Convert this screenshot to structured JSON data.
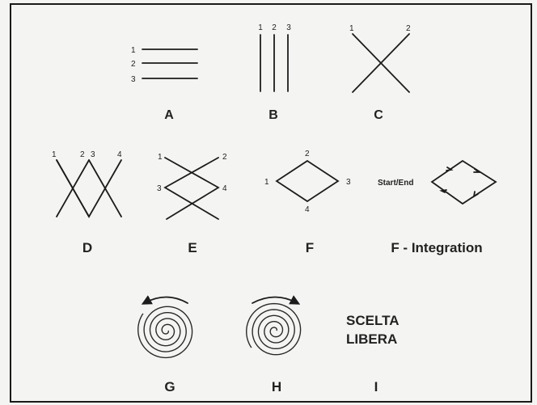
{
  "panels": {
    "A": {
      "caption": "A",
      "numbers": [
        "1",
        "2",
        "3"
      ]
    },
    "B": {
      "caption": "B",
      "numbers": [
        "1",
        "2",
        "3"
      ]
    },
    "C": {
      "caption": "C",
      "numbers": [
        "1",
        "2"
      ]
    },
    "D": {
      "caption": "D",
      "numbers": [
        "1",
        "2",
        "3",
        "4"
      ]
    },
    "E": {
      "caption": "E",
      "numbers": [
        "1",
        "2",
        "3",
        "4"
      ]
    },
    "F": {
      "caption": "F",
      "numbers": [
        "1",
        "2",
        "3",
        "4"
      ]
    },
    "F_integration": {
      "caption": "F - Integration",
      "start_end": "Start/End"
    },
    "G": {
      "caption": "G"
    },
    "H": {
      "caption": "H"
    },
    "I": {
      "caption": "I",
      "text": [
        "SCELTA",
        "LIBERA"
      ]
    }
  }
}
